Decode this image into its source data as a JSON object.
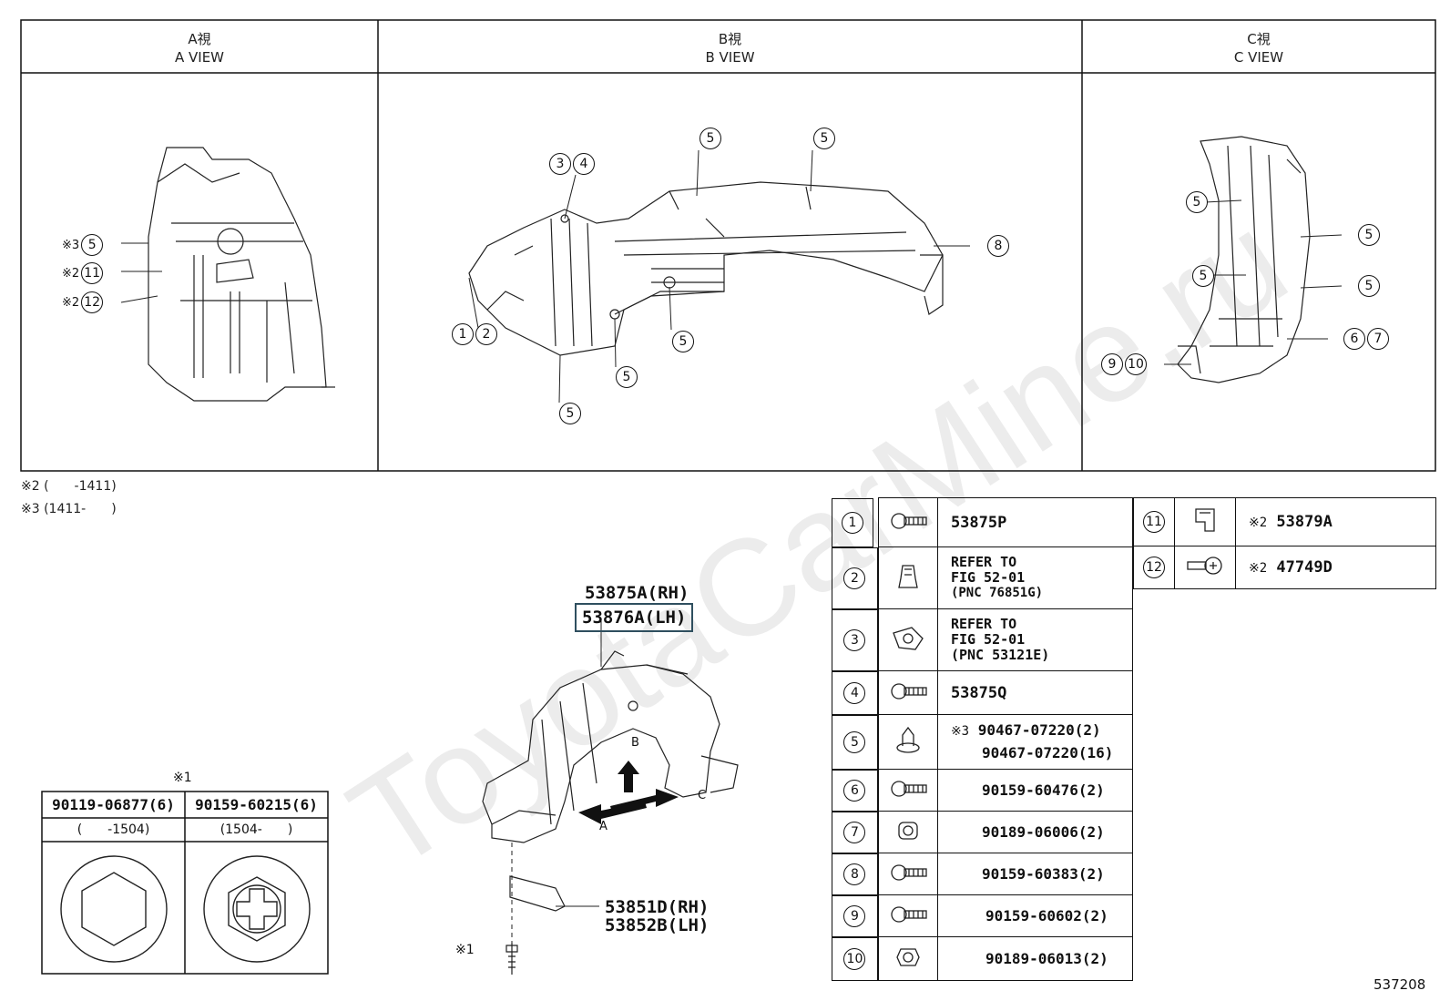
{
  "views": [
    {
      "jp": "A視",
      "en": "A VIEW"
    },
    {
      "jp": "B視",
      "en": "B VIEW"
    },
    {
      "jp": "C視",
      "en": "C VIEW"
    }
  ],
  "view_a_callouts": [
    {
      "mark": "※3",
      "num": "5"
    },
    {
      "mark": "※2",
      "num": "11"
    },
    {
      "mark": "※2",
      "num": "12"
    }
  ],
  "view_b_callouts": [
    "3",
    "4",
    "5",
    "5",
    "8",
    "1",
    "2",
    "5",
    "5",
    "5"
  ],
  "view_c_callouts": [
    "5",
    "5",
    "5",
    "5",
    "6",
    "7",
    "9",
    "10"
  ],
  "notes": [
    "※2 (　　-1411)",
    "※3 (1411-　　)"
  ],
  "fastener_box": {
    "mark": "※1",
    "col1_part": "90119-06877(6)",
    "col2_part": "90159-60215(6)",
    "col1_range": "(　　-1504)",
    "col2_range": "(1504-　　)"
  },
  "main_part": {
    "rh": "53875A(RH)",
    "lh": "53876A(LH)",
    "sub_rh": "53851D(RH)",
    "sub_lh": "53852B(LH)",
    "bolt_mark": "※1",
    "arrow_a": "A",
    "arrow_b": "B",
    "arrow_c": "C"
  },
  "parts_left": [
    {
      "num": "1",
      "text": "53875P"
    },
    {
      "num": "2",
      "line1": "REFER TO",
      "line2": "FIG 52-01",
      "line3": "(PNC 76851G)"
    },
    {
      "num": "3",
      "line1": "REFER TO",
      "line2": "FIG 52-01",
      "line3": "(PNC 53121E)"
    },
    {
      "num": "4",
      "text": "53875Q"
    },
    {
      "num": "5",
      "mark": "※3",
      "line1": "90467-07220(2)",
      "line2": "90467-07220(16)"
    },
    {
      "num": "6",
      "text": "90159-60476(2)"
    },
    {
      "num": "7",
      "text": "90189-06006(2)"
    },
    {
      "num": "8",
      "text": "90159-60383(2)"
    },
    {
      "num": "9",
      "text": "90159-60602(2)"
    },
    {
      "num": "10",
      "text": "90189-06013(2)"
    }
  ],
  "parts_right": [
    {
      "num": "11",
      "mark": "※2",
      "text": "53879A"
    },
    {
      "num": "12",
      "mark": "※2",
      "text": "47749D"
    }
  ],
  "figure_number": "537208",
  "watermark": "ToyotaCarMine.ru"
}
